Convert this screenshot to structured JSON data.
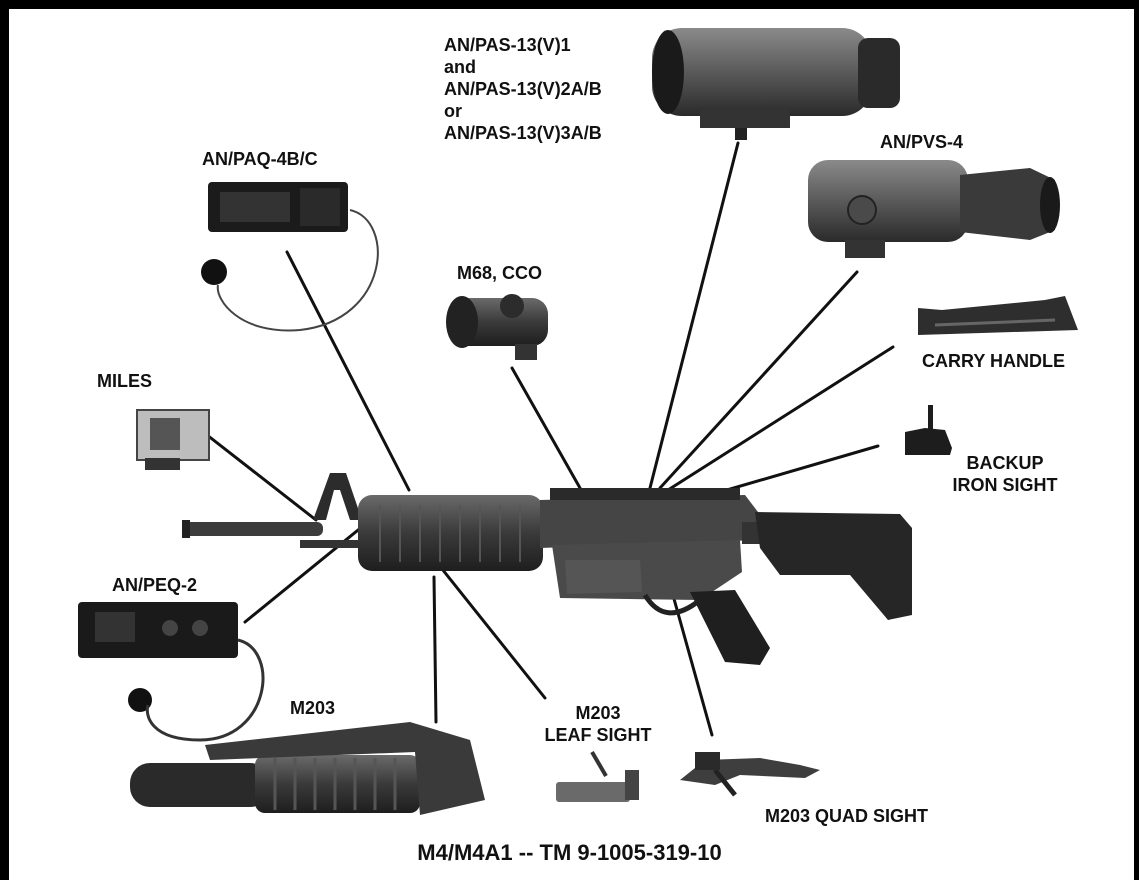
{
  "labels": {
    "an_pas_13": [
      "AN/PAS-13(V)1",
      "and",
      "AN/PAS-13(V)2A/B",
      "or",
      "AN/PAS-13(V)3A/B"
    ],
    "an_pvs_4": "AN/PVS-4",
    "an_paq_4": "AN/PAQ-4B/C",
    "m68": "M68, CCO",
    "miles": "MILES",
    "carry_handle": "CARRY HANDLE",
    "backup_iron_sight": [
      "BACKUP",
      "IRON SIGHT"
    ],
    "an_peq_2": "AN/PEQ-2",
    "m203": "M203",
    "m203_leaf_sight": [
      "M203",
      "LEAF SIGHT"
    ],
    "m203_quad_sight": "M203 QUAD SIGHT"
  },
  "caption": "M4/M4A1 -- TM 9-1005-319-10"
}
